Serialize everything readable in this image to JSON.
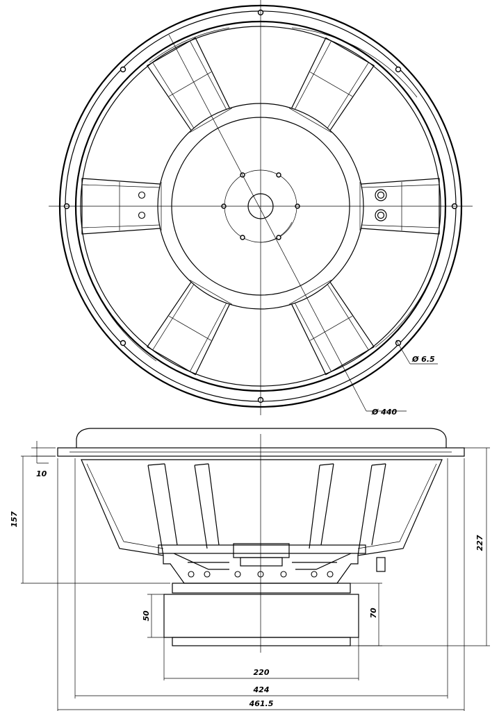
{
  "drawing": {
    "front_view": {
      "hole_diameter_label": "Ø 6.5",
      "bolt_circle_label": "Ø 440"
    },
    "side_view": {
      "flange_thickness_label": "10",
      "mounting_depth_label": "157",
      "overall_depth_label": "227",
      "magnet_height_label": "50",
      "magnet_total_height_label": "70",
      "magnet_diameter_label": "220",
      "baffle_cutout_label": "424",
      "overall_diameter_label": "461.5"
    }
  }
}
